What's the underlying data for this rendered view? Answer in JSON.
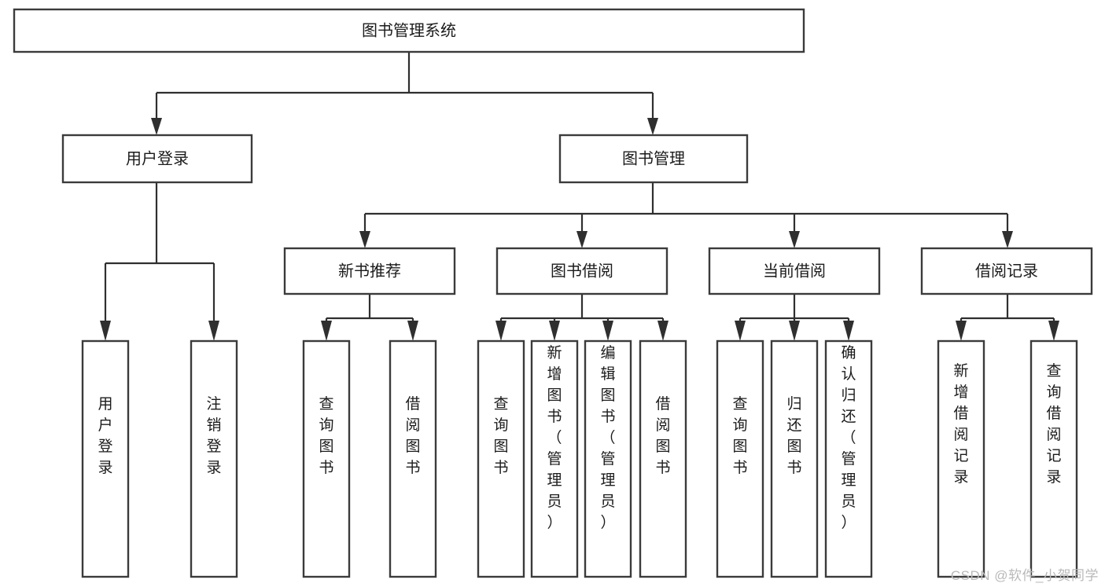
{
  "diagram": {
    "type": "tree-hierarchy-chart",
    "title": "图书管理系统",
    "orientation": "top-down",
    "colors": {
      "box_fill": "#ffffff",
      "box_stroke": "#3b3b3b",
      "connector": "#2f2f2f",
      "text": "#1b1b1b",
      "background": "#ffffff",
      "watermark": "#b9b9b9"
    },
    "root": {
      "label": "图书管理系统",
      "name": "root-book-management-system"
    },
    "level2": [
      {
        "label": "用户登录",
        "name": "node-user-login"
      },
      {
        "label": "图书管理",
        "name": "node-book-management"
      }
    ],
    "level3": [
      {
        "label": "新书推荐",
        "name": "node-new-book-recommend"
      },
      {
        "label": "图书借阅",
        "name": "node-book-borrow"
      },
      {
        "label": "当前借阅",
        "name": "node-current-borrow"
      },
      {
        "label": "借阅记录",
        "name": "node-borrow-record"
      }
    ],
    "leaves": {
      "user_login": [
        {
          "label": "用户登录",
          "name": "leaf-user-login"
        },
        {
          "label": "注销登录",
          "name": "leaf-logout"
        }
      ],
      "new_book_recommend": [
        {
          "label": "查询图书",
          "name": "leaf-query-book-recommend"
        },
        {
          "label": "借阅图书",
          "name": "leaf-borrow-book-recommend"
        }
      ],
      "book_borrow": [
        {
          "label": "查询图书",
          "name": "leaf-query-book-borrow"
        },
        {
          "label": "新增图书（管理员）",
          "name": "leaf-add-book-admin"
        },
        {
          "label": "编辑图书（管理员）",
          "name": "leaf-edit-book-admin"
        },
        {
          "label": "借阅图书",
          "name": "leaf-borrow-book"
        }
      ],
      "current_borrow": [
        {
          "label": "查询图书",
          "name": "leaf-query-book-current"
        },
        {
          "label": "归还图书",
          "name": "leaf-return-book"
        },
        {
          "label": "确认归还（管理员）",
          "name": "leaf-confirm-return-admin"
        }
      ],
      "borrow_record": [
        {
          "label": "新增借阅记录",
          "name": "leaf-add-borrow-record"
        },
        {
          "label": "查询借阅记录",
          "name": "leaf-query-borrow-record"
        }
      ]
    }
  },
  "watermark": {
    "text": "CSDN @软件_小贺同学"
  }
}
